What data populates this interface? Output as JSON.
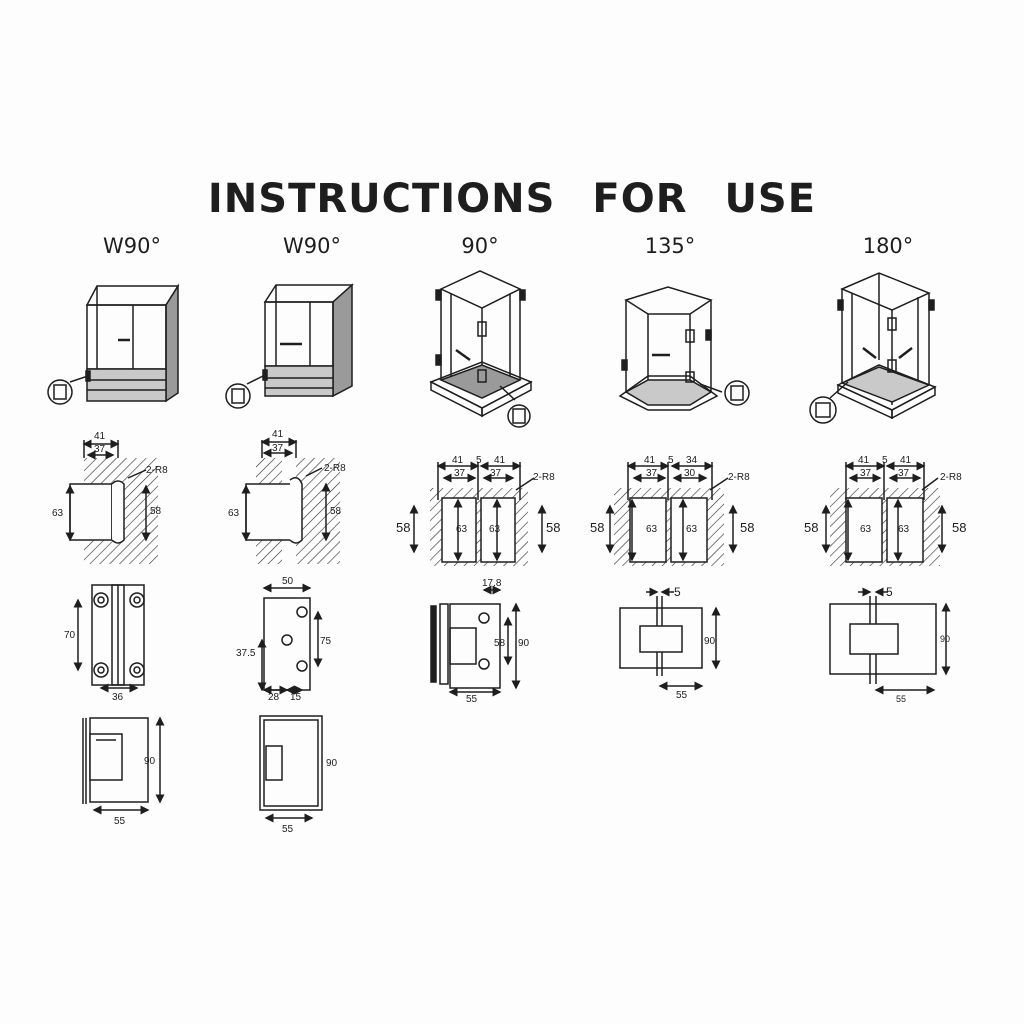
{
  "title": "INSTRUCTIONS FOR USE",
  "columns": [
    {
      "angle": "W90°"
    },
    {
      "angle": "W90°"
    },
    {
      "angle": "90°"
    },
    {
      "angle": "135°"
    },
    {
      "angle": "180°"
    }
  ],
  "dims": {
    "c1": {
      "w41": "41",
      "w37": "37",
      "r8": "2-R8",
      "h63": "63",
      "h58": "58",
      "h70": "70",
      "w36": "36",
      "h90": "90",
      "w55": "55"
    },
    "c2": {
      "w41": "41",
      "w37": "37",
      "r8": "2-R8",
      "h63": "63",
      "h58": "58",
      "w50": "50",
      "h75": "75",
      "h375": "37.5",
      "w28": "28",
      "w15": "15",
      "h90": "90",
      "w55": "55"
    },
    "c3": {
      "w41a": "41",
      "w5": "5",
      "w41b": "41",
      "w37a": "37",
      "w37b": "37",
      "r8": "2-R8",
      "h58l": "58",
      "h63a": "63",
      "h63b": "63",
      "h58r": "58",
      "w178": "17.8",
      "h58": "58",
      "h90": "90",
      "w55": "55"
    },
    "c4": {
      "w41": "41",
      "w5": "5",
      "w34": "34",
      "w37": "37",
      "w30": "30",
      "r8": "2-R8",
      "h58l": "58",
      "h63a": "63",
      "h63b": "63",
      "h58r": "58",
      "w5g": "5",
      "h90": "90",
      "w55": "55"
    },
    "c5": {
      "w41a": "41",
      "w5": "5",
      "w41b": "41",
      "w37a": "37",
      "w37b": "37",
      "r8": "2-R8",
      "h58l": "58",
      "h63a": "63",
      "h63b": "63",
      "h58r": "58",
      "w5g": "5",
      "h90": "90",
      "w55": "55"
    }
  },
  "colors": {
    "ink": "#1e1e1e",
    "paper": "#fdfdfd",
    "shade": "#9a9a9a"
  }
}
